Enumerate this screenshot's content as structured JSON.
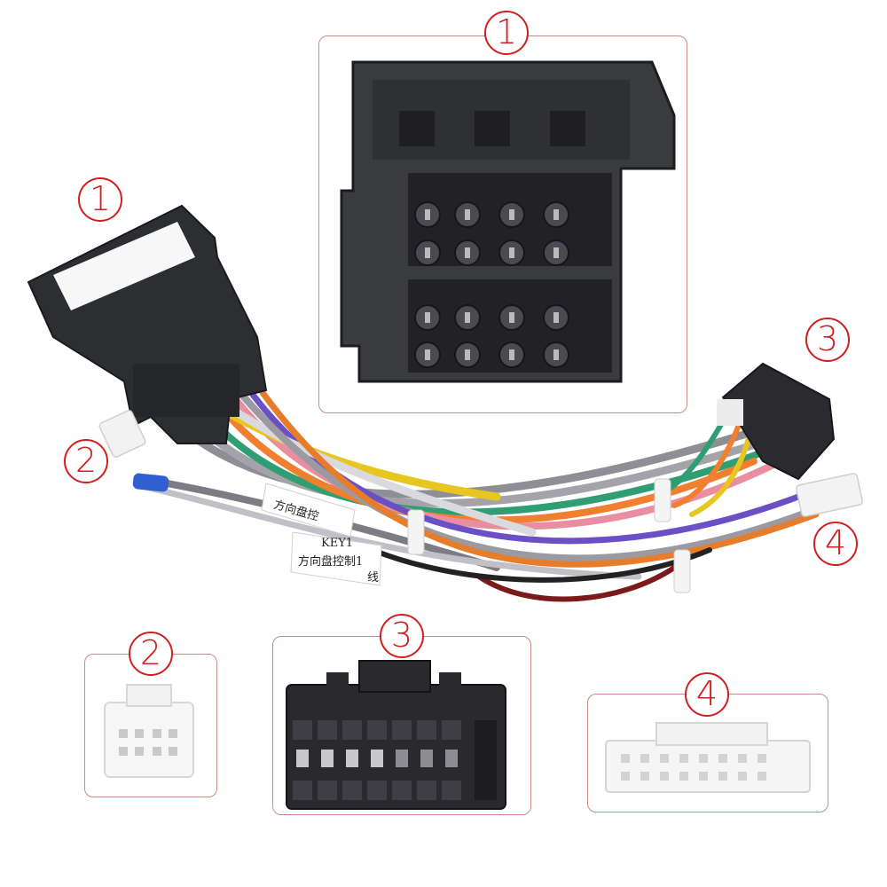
{
  "badges": {
    "b1_panel": "1",
    "b1_side": "1",
    "b2_side": "2",
    "b3_side": "3",
    "b4_side": "4",
    "b2_panel": "2",
    "b3_panel": "3",
    "b4_panel": "4"
  },
  "tags": {
    "tag1_text": "方向盘控",
    "tag2_line1": "KEY1",
    "tag2_line2": "方向盘控制1",
    "tag2_suffix": "线"
  },
  "colors": {
    "badge": "#d11f1f",
    "panel_border": "#c98a8a",
    "connector_black": "#2a2a2e",
    "connector_white": "#f3f3f3"
  }
}
